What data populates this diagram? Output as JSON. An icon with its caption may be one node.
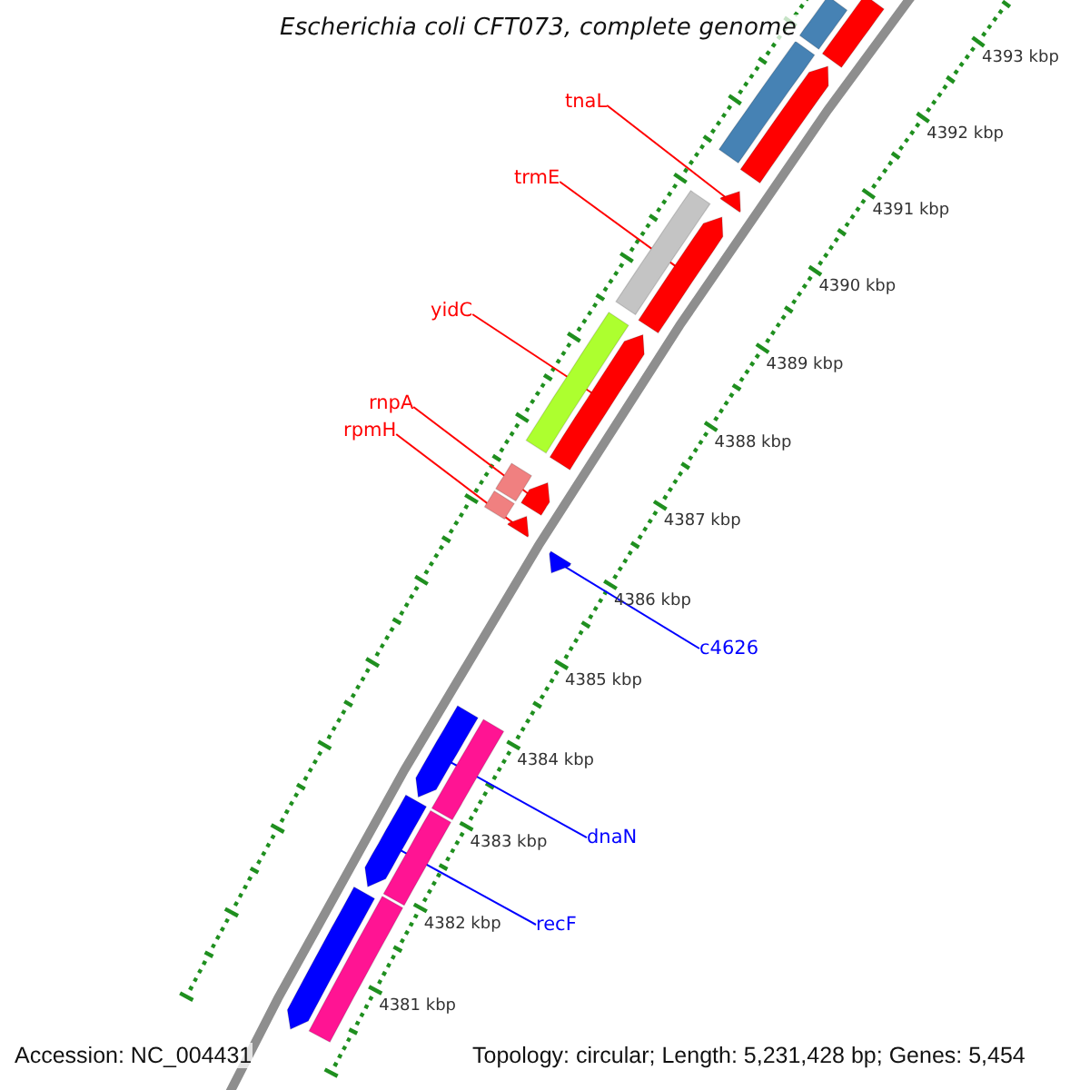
{
  "diagram": {
    "title": "Escherichia coli CFT073, complete genome",
    "nodes": [
      {
        "text": [
          "tnaL"
        ]
      },
      {
        "text": [
          "trmE"
        ]
      },
      {
        "text": [
          "yidC"
        ]
      },
      {
        "text": [
          "rnpA"
        ]
      },
      {
        "text": [
          "rpmH"
        ]
      },
      {
        "text": [
          "c4626"
        ]
      },
      {
        "text": [
          "dnaN"
        ]
      },
      {
        "text": [
          "recF"
        ]
      },
      {
        "text": [],
        "shape": "arrow"
      },
      {
        "text": [],
        "shape": "arrow"
      },
      {
        "text": [],
        "shape": "arrow"
      },
      {
        "text": [],
        "shape": "arrow"
      },
      {
        "text": [],
        "shape": "arrow"
      },
      {
        "text": [],
        "shape": "arrow"
      },
      {
        "text": [],
        "shape": "arrow"
      },
      {
        "text": [],
        "shape": "arrow"
      },
      {
        "text": [],
        "shape": "bar"
      },
      {
        "text": [],
        "shape": "bar"
      },
      {
        "text": [],
        "shape": "bar"
      },
      {
        "text": [],
        "shape": "bar"
      },
      {
        "text": [],
        "shape": "bar"
      },
      {
        "text": [],
        "shape": "bar"
      },
      {
        "text": [],
        "shape": "bar"
      },
      {
        "text": [],
        "shape": "arrow"
      },
      {
        "text": [],
        "shape": "arrow"
      },
      {
        "text": [],
        "shape": "bar"
      },
      {
        "text": [],
        "shape": "bar"
      },
      {
        "text": [],
        "shape": "bar"
      }
    ],
    "edges": [
      {
        "from": 0,
        "to": 8,
        "arrow": "none"
      },
      {
        "from": 1,
        "to": 9,
        "arrow": "none"
      },
      {
        "from": 2,
        "to": 10,
        "arrow": "none"
      },
      {
        "from": 3,
        "to": 11,
        "arrow": "none"
      },
      {
        "from": 4,
        "to": 12,
        "arrow": "none"
      },
      {
        "from": 5,
        "to": 13,
        "arrow": "none",
        "color": "#0000ff"
      },
      {
        "from": 6,
        "to": 14,
        "arrow": "none",
        "color": "#0000ff"
      },
      {
        "from": 7,
        "to": 15,
        "arrow": "none",
        "color": "#0000ff"
      }
    ],
    "labels": [
      "4393 kbp",
      "4392 kbp",
      "4391 kbp",
      "4390 kbp",
      "4389 kbp",
      "4388 kbp",
      "4387 kbp",
      "4386 kbp",
      "4385 kbp",
      "4384 kbp",
      "4383 kbp",
      "4382 kbp",
      "4381 kbp",
      "Accession: NC_004431",
      "Topology: circular; Length: 5,231,428 bp; Genes: 5,454"
    ]
  }
}
